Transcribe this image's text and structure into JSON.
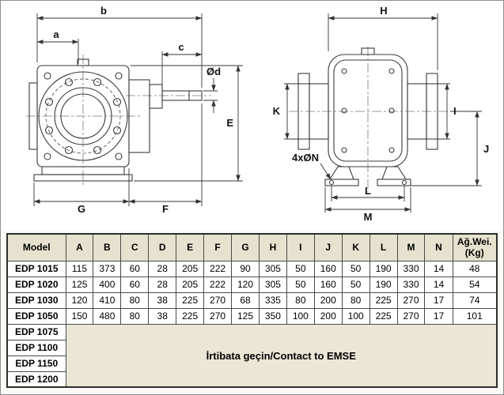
{
  "drawing": {
    "labels": {
      "a": "a",
      "b": "b",
      "c": "c",
      "od": "Ød",
      "E": "E",
      "F": "F",
      "G": "G",
      "H": "H",
      "I": "I",
      "J": "J",
      "K": "K",
      "L": "L",
      "M": "M",
      "holes": "4xØN"
    }
  },
  "table": {
    "headers": [
      "Model",
      "A",
      "B",
      "C",
      "D",
      "E",
      "F",
      "G",
      "H",
      "I",
      "J",
      "K",
      "L",
      "M",
      "N"
    ],
    "weight_header": {
      "line1": "Ağ.Wei.",
      "line2": "(Kg)"
    },
    "rows": [
      {
        "model": "EDP 1015",
        "values": [
          "115",
          "373",
          "60",
          "28",
          "205",
          "222",
          "90",
          "305",
          "50",
          "160",
          "50",
          "190",
          "330",
          "14",
          "48"
        ]
      },
      {
        "model": "EDP 1020",
        "values": [
          "125",
          "400",
          "60",
          "28",
          "205",
          "222",
          "120",
          "305",
          "50",
          "160",
          "50",
          "190",
          "330",
          "14",
          "54"
        ]
      },
      {
        "model": "EDP 1030",
        "values": [
          "120",
          "410",
          "80",
          "38",
          "225",
          "270",
          "68",
          "335",
          "80",
          "200",
          "80",
          "225",
          "270",
          "17",
          "74"
        ]
      },
      {
        "model": "EDP 1050",
        "values": [
          "150",
          "480",
          "80",
          "38",
          "225",
          "270",
          "125",
          "350",
          "100",
          "200",
          "100",
          "225",
          "270",
          "17",
          "101"
        ]
      }
    ],
    "contact_models": [
      "EDP 1075",
      "EDP 1100",
      "EDP 1150",
      "EDP 1200"
    ],
    "contact_text": "İrtibata geçin/Contact to EMSE"
  }
}
